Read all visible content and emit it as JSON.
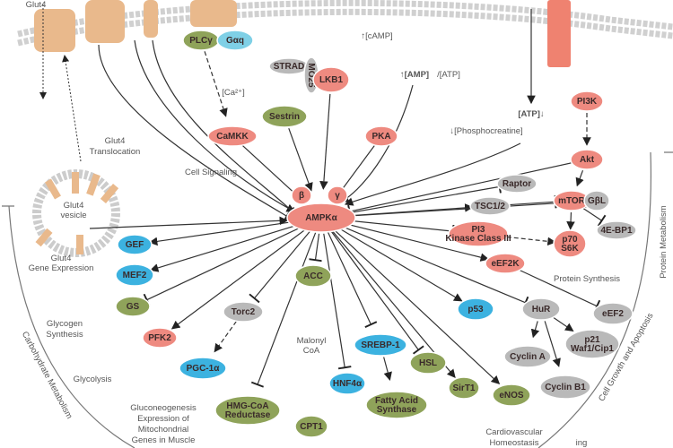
{
  "colors": {
    "red": "#ee8a80",
    "green": "#8fa35a",
    "blue": "#3cb2e0",
    "gray": "#b9b9b9",
    "cyan": "#7fd0e6",
    "membrane": "#d8d8d8",
    "protein": "#e9b98c",
    "receptor": "#ef8270"
  },
  "nodes": {
    "plc": {
      "label": "PLCγ",
      "color": "green"
    },
    "gaq": {
      "label": "Gαq",
      "color": "cyan"
    },
    "strad": {
      "label": "STRAD",
      "color": "gray"
    },
    "mo25": {
      "label": "MO25",
      "color": "gray"
    },
    "lkb1": {
      "label": "LKB1",
      "color": "red"
    },
    "sestrin": {
      "label": "Sestrin",
      "color": "green"
    },
    "camkk": {
      "label": "CaMKK",
      "color": "red"
    },
    "pka": {
      "label": "PKA",
      "color": "red"
    },
    "pi3k": {
      "label": "PI3K",
      "color": "red"
    },
    "akt": {
      "label": "Akt",
      "color": "red"
    },
    "raptor": {
      "label": "Raptor",
      "color": "gray"
    },
    "mtor": {
      "label": "mTOR",
      "color": "red"
    },
    "gbl": {
      "label": "GβL",
      "color": "gray"
    },
    "tsc": {
      "label": "TSC1/2",
      "color": "gray"
    },
    "pi3kc3": {
      "label": "PI3 Kinase Class III",
      "color": "red"
    },
    "p70": {
      "label": "p70 S6K",
      "color": "red"
    },
    "eb1": {
      "label": "4E-BP1",
      "color": "gray"
    },
    "eef2k": {
      "label": "eEF2K",
      "color": "red"
    },
    "beta": {
      "label": "β",
      "color": "red"
    },
    "gamma": {
      "label": "γ",
      "color": "red"
    },
    "ampk": {
      "label": "AMPKα",
      "color": "red"
    },
    "gef": {
      "label": "GEF",
      "color": "blue"
    },
    "mef2": {
      "label": "MEF2",
      "color": "blue"
    },
    "gs": {
      "label": "GS",
      "color": "green"
    },
    "torc2": {
      "label": "Torc2",
      "color": "gray"
    },
    "pfk2": {
      "label": "PFK2",
      "color": "red"
    },
    "pgc": {
      "label": "PGC-1α",
      "color": "blue"
    },
    "hmg": {
      "label": "HMG-CoA Reductase",
      "color": "green"
    },
    "acc": {
      "label": "ACC",
      "color": "green"
    },
    "cpt1": {
      "label": "CPT1",
      "color": "green"
    },
    "hnf": {
      "label": "HNF4α",
      "color": "blue"
    },
    "srebp": {
      "label": "SREBP-1",
      "color": "blue"
    },
    "fas": {
      "label": "Fatty Acid Synthase",
      "color": "green"
    },
    "hsl": {
      "label": "HSL",
      "color": "green"
    },
    "p53": {
      "label": "p53",
      "color": "blue"
    },
    "sirt1": {
      "label": "SirT1",
      "color": "green"
    },
    "enos": {
      "label": "eNOS",
      "color": "green"
    },
    "hur": {
      "label": "HuR",
      "color": "gray"
    },
    "eef2": {
      "label": "eEF2",
      "color": "gray"
    },
    "p21": {
      "label": "p21 Waf1/Cip1",
      "color": "gray"
    },
    "cyca": {
      "label": "Cyclin A",
      "color": "gray"
    },
    "cycb": {
      "label": "Cyclin B1",
      "color": "gray"
    }
  },
  "texts": {
    "glut4_top": "Glut4",
    "ca": "[Ca²⁺]",
    "camp": "↑[cAMP]",
    "amp": "↑[AMP]",
    "amp_atp": "/[ATP]",
    "atp": "[ATP]↓",
    "pcr": "↓[Phosphocreatine]",
    "glut4_trans_1": "Glut4",
    "glut4_trans_2": "Translocation",
    "vesicle_1": "Glut4",
    "vesicle_2": "vesicle",
    "glut4_gene_1": "Glut4",
    "glut4_gene_2": "Gene Expression",
    "glycogen_1": "Glycogen",
    "glycogen_2": "Synthesis",
    "glycolysis": "Glycolysis",
    "gluco_1": "Gluconeogenesis",
    "gluco_2": "Expression of",
    "gluco_3": "Mitochondrial",
    "gluco_4": "Genes in Muscle",
    "malonyl_1": "Malonyl",
    "malonyl_2": "CoA",
    "protein_synthesis": "Protein Synthesis",
    "cardio_1": "Cardiovascular",
    "cardio_2": "Homeostasis",
    "carb_metab": "Carbohydrate Metabolism",
    "protein_metab": "Protein Metabolism",
    "cell_growth": "Cell Growth and Apoptosis",
    "watermark": "Cell Signaling",
    "clipped": "ing"
  }
}
